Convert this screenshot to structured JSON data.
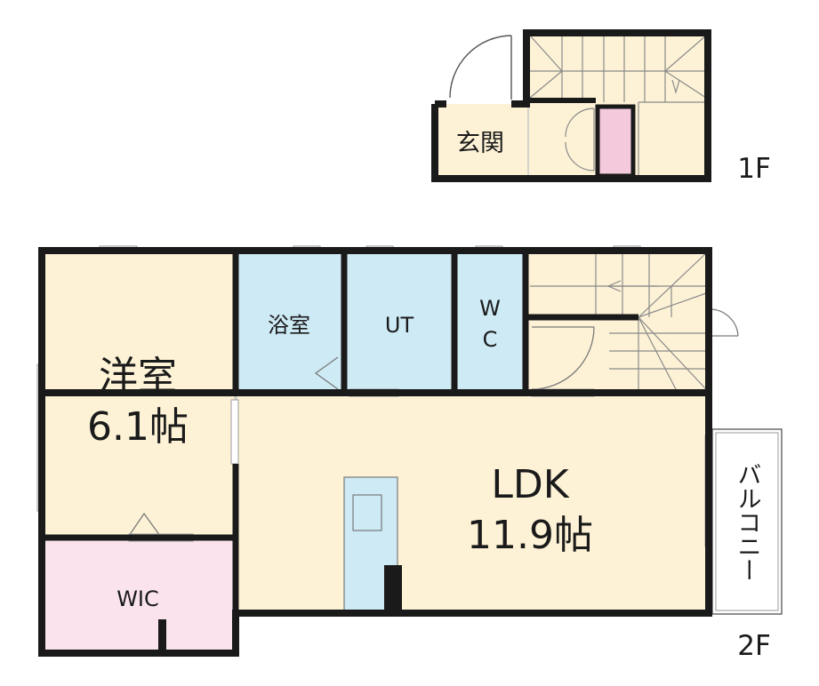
{
  "floor_1": {
    "label": "1F",
    "rooms": [
      {
        "name": "entrance",
        "label": "玄関"
      }
    ]
  },
  "floor_2": {
    "label": "2F",
    "rooms": [
      {
        "name": "western-room",
        "label_line1": "洋室",
        "label_line2": "6.1帖"
      },
      {
        "name": "bathroom",
        "label": "浴室"
      },
      {
        "name": "utility",
        "label": "UT"
      },
      {
        "name": "toilet",
        "label_line1": "W",
        "label_line2": "C"
      },
      {
        "name": "ldk",
        "label_line1": "LDK",
        "label_line2": "11.9帖"
      },
      {
        "name": "walk-in-closet",
        "label": "WIC"
      },
      {
        "name": "balcony",
        "label": "バルコニー"
      }
    ]
  },
  "colors": {
    "wall": "#1a1a1a",
    "room_cream": "#fdf2d6",
    "room_blue": "#cdeaf5",
    "room_pink": "#fbe3ee",
    "closet_pink": "#f4c9dc",
    "line": "#7a7a7a"
  }
}
